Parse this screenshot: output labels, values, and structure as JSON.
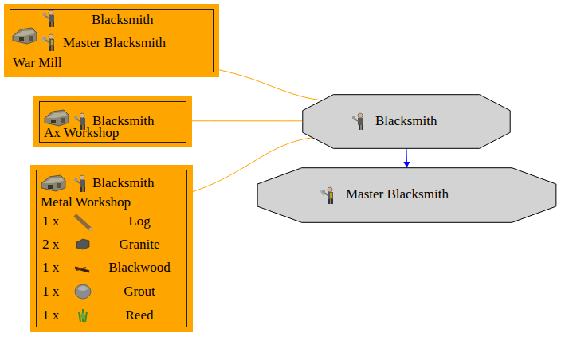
{
  "diagram": {
    "nodes": [
      {
        "text": [
          "Blacksmith",
          "Master Blacksmith",
          "War Mill"
        ]
      },
      {
        "text": [
          "Blacksmith",
          "Ax Workshop"
        ]
      },
      {
        "text": [
          "Blacksmith",
          "Metal Workshop",
          "1 x",
          "Log",
          "2 x",
          "Granite",
          "1 x",
          "Blackwood",
          "1 x",
          "Grout",
          "1 x",
          "Reed"
        ]
      },
      {
        "text": [
          "Blacksmith"
        ]
      },
      {
        "text": [
          "Master Blacksmith"
        ]
      }
    ],
    "edges": [
      {
        "from": 0,
        "to": 3,
        "arrow": "none"
      },
      {
        "from": 1,
        "to": 3,
        "arrow": "none"
      },
      {
        "from": 2,
        "to": 3,
        "arrow": "none"
      },
      {
        "from": 3,
        "to": 4,
        "arrow": "to"
      }
    ]
  }
}
